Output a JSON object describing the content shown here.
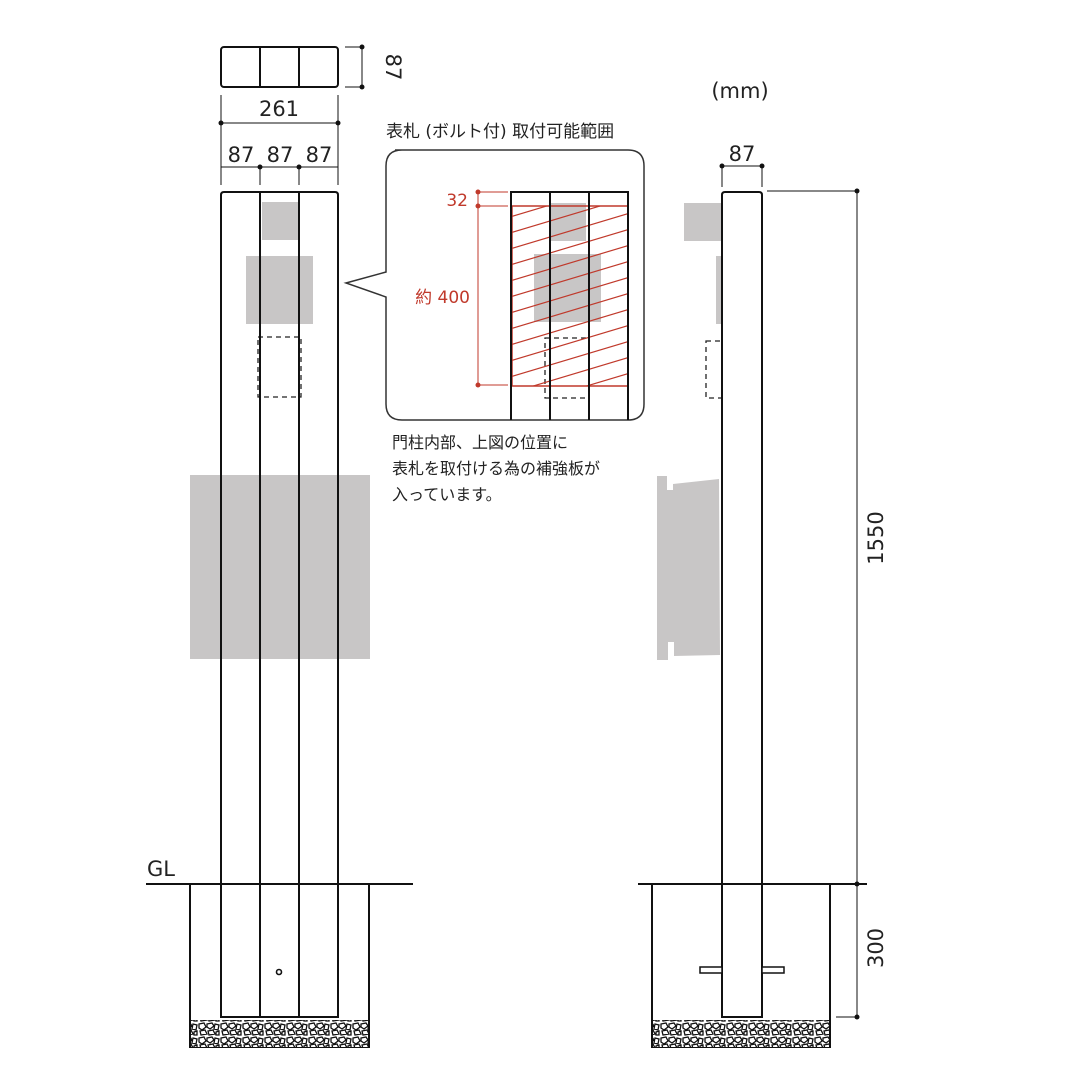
{
  "units": "(mm)",
  "front_view": {
    "top_section": {
      "total_width": "261",
      "depth": "87",
      "segment_widths": [
        "87",
        "87",
        "87"
      ]
    },
    "ground_label": "GL"
  },
  "detail_callout": {
    "title": "表札 (ボルト付) 取付可能範囲",
    "top_offset": "32",
    "range_height": "約 400",
    "note_lines": [
      "門柱内部、上図の位置に",
      "表札を取付ける為の補強板が",
      "入っています。"
    ]
  },
  "side_view": {
    "width": "87",
    "height_above_ground": "1550",
    "embed_depth": "300"
  },
  "colors": {
    "line": "#111111",
    "accessory_gray": "#c8c6c6",
    "annotation_red": "#c0392b"
  }
}
